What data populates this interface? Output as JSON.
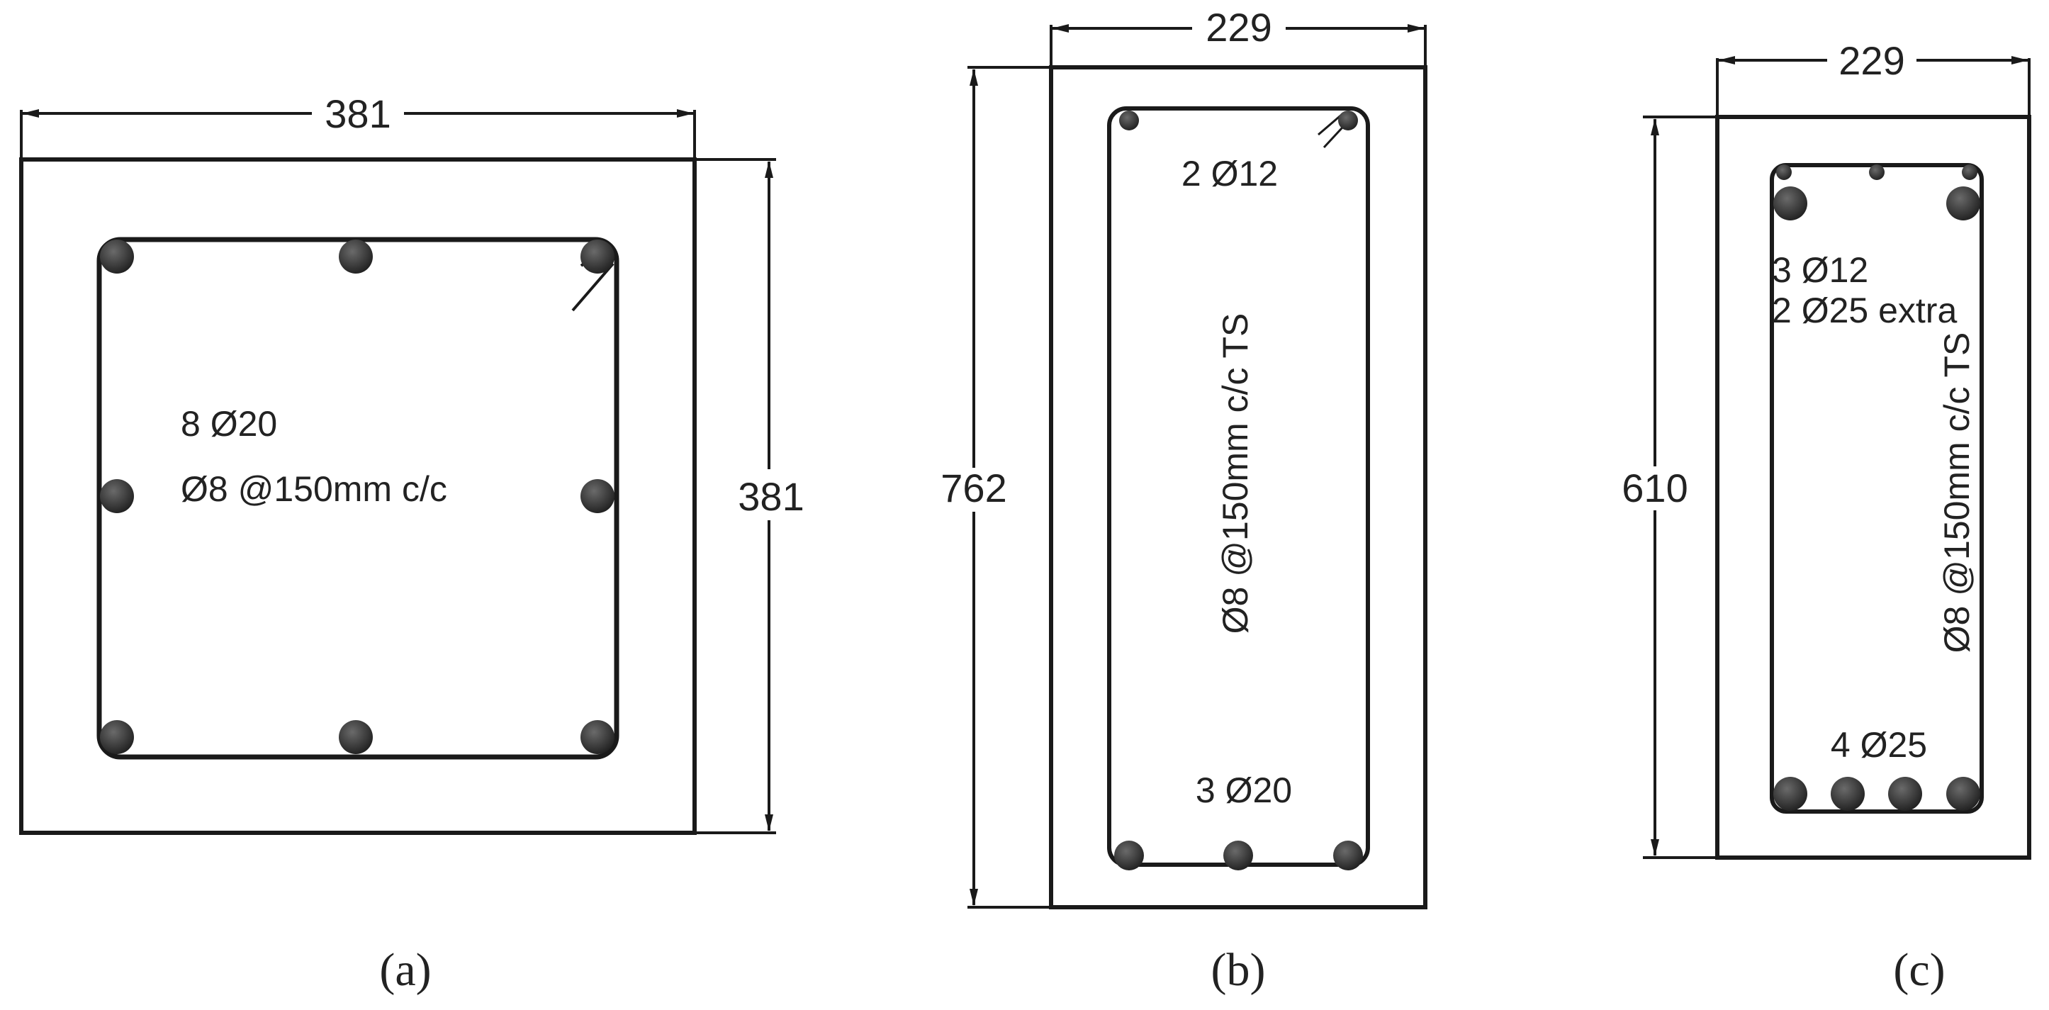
{
  "panels": [
    {
      "caption": "(a)",
      "dim_width": "381",
      "dim_height": "381",
      "notes": [
        "8 Ø20",
        "Ø8 @150mm c/c"
      ]
    },
    {
      "caption": "(b)",
      "dim_width": "229",
      "dim_height": "762",
      "top_bars": "2 Ø12",
      "bottom_bars": "3 Ø20",
      "stirrup_note": "Ø8 @150mm c/c TS"
    },
    {
      "caption": "(c)",
      "dim_width": "229",
      "dim_height": "610",
      "top_bars": "3 Ø12",
      "extra_bars": "2 Ø25 extra",
      "bottom_bars": "4 Ø25",
      "stirrup_note": "Ø8 @150mm c/c TS"
    }
  ],
  "colors": {
    "line": "#1a1a1a",
    "rebar": "#2b2b2b",
    "text": "#222222"
  }
}
